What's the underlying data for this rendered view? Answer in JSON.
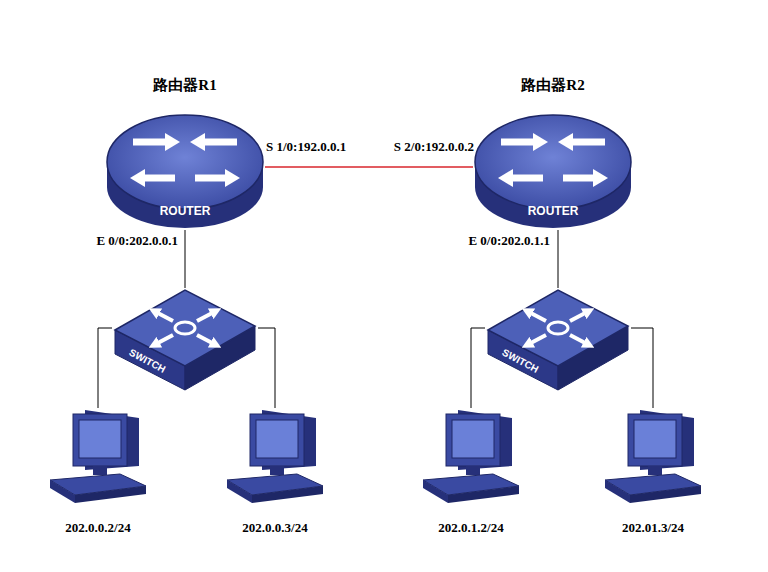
{
  "diagram": {
    "nodes": [
      {
        "text": [
          "路由器R1",
          "ROUTER"
        ]
      },
      {
        "text": [
          "路由器R2",
          "ROUTER"
        ]
      },
      {
        "text": [
          "SWITCH"
        ]
      },
      {
        "text": [
          "SWITCH"
        ]
      },
      {
        "text": [
          "202.0.0.2/24"
        ]
      },
      {
        "text": [
          "202.0.0.3/24"
        ]
      },
      {
        "text": [
          "202.0.1.2/24"
        ]
      },
      {
        "text": [
          "202.01.3/24"
        ]
      }
    ],
    "edges": [
      {
        "from": 0,
        "to": 1,
        "arrow": "none"
      },
      {
        "from": 0,
        "to": 2,
        "arrow": "none"
      },
      {
        "from": 1,
        "to": 3,
        "arrow": "none"
      },
      {
        "from": 2,
        "to": 4,
        "arrow": "none"
      },
      {
        "from": 2,
        "to": 5,
        "arrow": "none"
      },
      {
        "from": 3,
        "to": 6,
        "arrow": "none"
      },
      {
        "from": 3,
        "to": 7,
        "arrow": "none"
      }
    ],
    "labels": [
      "S 1/0:192.0.0.1",
      "S 2/0:192.0.0.2",
      "E 0/0:202.0.0.1",
      "E 0/0:202.0.1.1"
    ]
  }
}
